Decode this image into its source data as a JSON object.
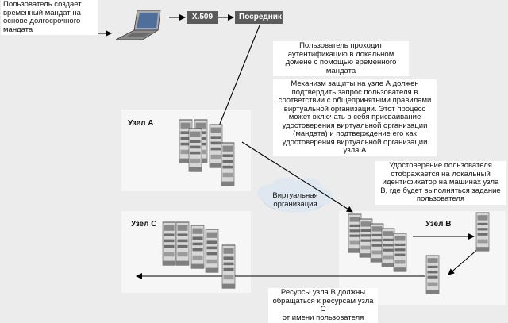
{
  "captions": {
    "user_creates": "Пользователь создает\nвременный мандат на\nоснове долгосрочного\nмандата",
    "user_authenticates": "Пользователь проходит\nаутентификацию в локальном\nдомене с помощью временного\nмандата",
    "security_node_a": "Механизм защиты на узле А должен\nподтвердить запрос пользователя в\nсоответствии с общепринятыми правилами\nвиртуальной организации. Этот процесс\nможет включать в себя присваивание\nудостоверения виртуальной организации\n(мандата) и подтверждение его как\nудостоверения виртуальной организации\nузла А",
    "identity_mapping": "Удостоверение пользователя\nотображается на локальный\nидентификатор на машинах узла\nВ, где будет выполняться задание\nпользователя",
    "resources_b_to_c": "Ресурсы узла В должны\nобращаться к ресурсам узла С\nот имени пользователя"
  },
  "tags": {
    "x509": "X.509",
    "proxy": "Посредник"
  },
  "nodes": {
    "a": "Узел А",
    "b": "Узел В",
    "c": "Узел С"
  },
  "cloud": {
    "label": "Виртуальная\nорганизация"
  }
}
